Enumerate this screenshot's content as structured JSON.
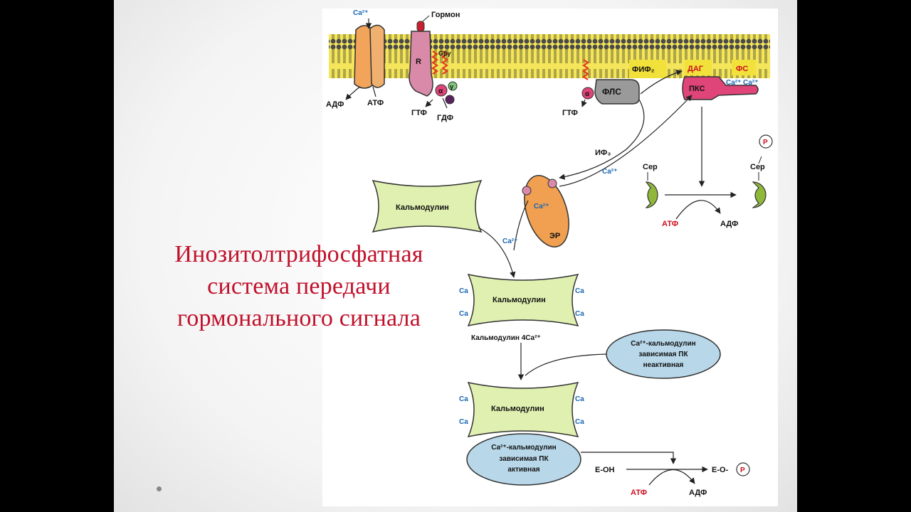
{
  "slide": {
    "title_lines": [
      "Инозитолтрифосфатная",
      "система передачи",
      "гормонального сигнала"
    ]
  },
  "labels": {
    "hormone": "Гормон",
    "receptor": "R",
    "g_sub": "Gβγ",
    "alpha": "α",
    "gamma": "γ",
    "ca": "Ca",
    "ca2": "Ca²⁺",
    "atp": "АТФ",
    "adp": "АДФ",
    "gtp": "ГТФ",
    "gdp": "ГДФ",
    "pls": "ФЛС",
    "pip2": "ФИФ₂",
    "dag": "ДАГ",
    "ps": "ФС",
    "pkc": "ПКС",
    "ip3": "ИФ₃",
    "er": "ЭР",
    "ser": "Сер",
    "p": "P",
    "calmodulin": "Кальмодулин",
    "calmodulin_4ca": "Кальмодулин 4Ca²⁺",
    "pk_inactive_1": "Ca²⁺-кальмодулин",
    "pk_inactive_2": "зависимая ПК",
    "pk_inactive_3": "неактивная",
    "pk_active_1": "Ca²⁺-кальмодулин",
    "pk_active_2": "зависимая ПК",
    "pk_active_3": "активная",
    "e_oh": "Е-ОН",
    "e_o": "Е-О-"
  },
  "colors": {
    "title": "#c0102a",
    "membrane_yellow": "#f2e13a",
    "calmodulin_fill": "#dff0b0",
    "pk_fill": "#b8d8ea",
    "er_fill": "#f0a050",
    "pkc_fill": "#e0457a",
    "ca_blue": "#1a66b3",
    "red_text": "#cc1020"
  }
}
